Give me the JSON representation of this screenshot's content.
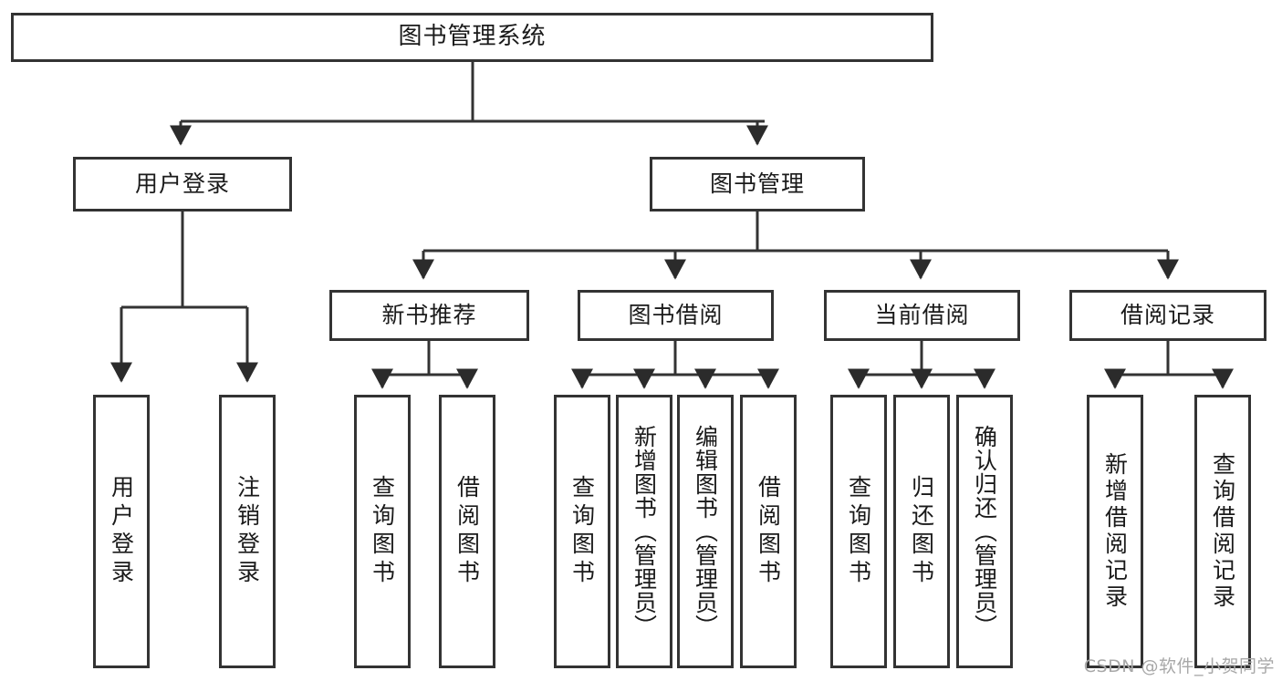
{
  "diagram": {
    "type": "tree-hierarchy-chart",
    "title_node": "图书管理系统",
    "line_color": "#333333",
    "box_fill": "#ffffff",
    "text_color": "#1a1a1a",
    "nodes": {
      "root": {
        "label": "图书管理系统",
        "level": 1
      },
      "user_login": {
        "label": "用户登录",
        "level": 2
      },
      "book_manage": {
        "label": "图书管理",
        "level": 2
      },
      "new_book_rec": {
        "label": "新书推荐",
        "level": 3
      },
      "book_borrow": {
        "label": "图书借阅",
        "level": 3
      },
      "current_borrow": {
        "label": "当前借阅",
        "level": 3
      },
      "borrow_record": {
        "label": "借阅记录",
        "level": 3
      },
      "leaf_user_login": {
        "label": "用户登录",
        "level": 4
      },
      "leaf_logout": {
        "label": "注销登录",
        "level": 4
      },
      "leaf_query_book_1": {
        "label": "查询图书",
        "level": 4
      },
      "leaf_borrow_book_1": {
        "label": "借阅图书",
        "level": 4
      },
      "leaf_query_book_2": {
        "label": "查询图书",
        "level": 4
      },
      "leaf_add_book": {
        "label": "新增图书（管理员）",
        "level": 4
      },
      "leaf_edit_book": {
        "label": "编辑图书（管理员）",
        "level": 4
      },
      "leaf_borrow_book_2": {
        "label": "借阅图书",
        "level": 4
      },
      "leaf_query_book_3": {
        "label": "查询图书",
        "level": 4
      },
      "leaf_return_book": {
        "label": "归还图书",
        "level": 4
      },
      "leaf_confirm_return": {
        "label": "确认归还（管理员）",
        "level": 4
      },
      "leaf_add_record": {
        "label": "新增借阅记录",
        "level": 4
      },
      "leaf_query_record": {
        "label": "查询借阅记录",
        "level": 4
      }
    }
  },
  "watermark": {
    "text": "CSDN @软件_小贺同学"
  }
}
